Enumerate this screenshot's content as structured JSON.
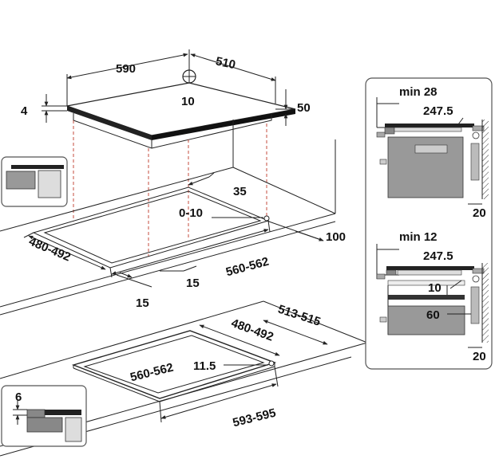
{
  "hob": {
    "width": "590",
    "depth": "510",
    "thickness": "4",
    "underside_depth": "50",
    "center_marker": "10"
  },
  "cutout_framed": {
    "front_margin": "35",
    "rear_tolerance": "0-10",
    "side_right": "100",
    "depth": "480-492",
    "width": "560-562",
    "left_offset": "15",
    "front_offset": "15"
  },
  "cutout_flush": {
    "outer_width": "593-595",
    "outer_depth": "513-515",
    "inner_depth": "480-492",
    "inner_width": "560-562",
    "rebate": "11.5"
  },
  "detail_flush": {
    "depth": "6"
  },
  "side_view_top": {
    "min_clearance": "min 28",
    "distance": "247.5",
    "wall": "20"
  },
  "side_view_bottom": {
    "min_clearance": "min 12",
    "distance": "247.5",
    "shelf_gap": "10",
    "shelf_offset": "60",
    "wall": "20"
  }
}
